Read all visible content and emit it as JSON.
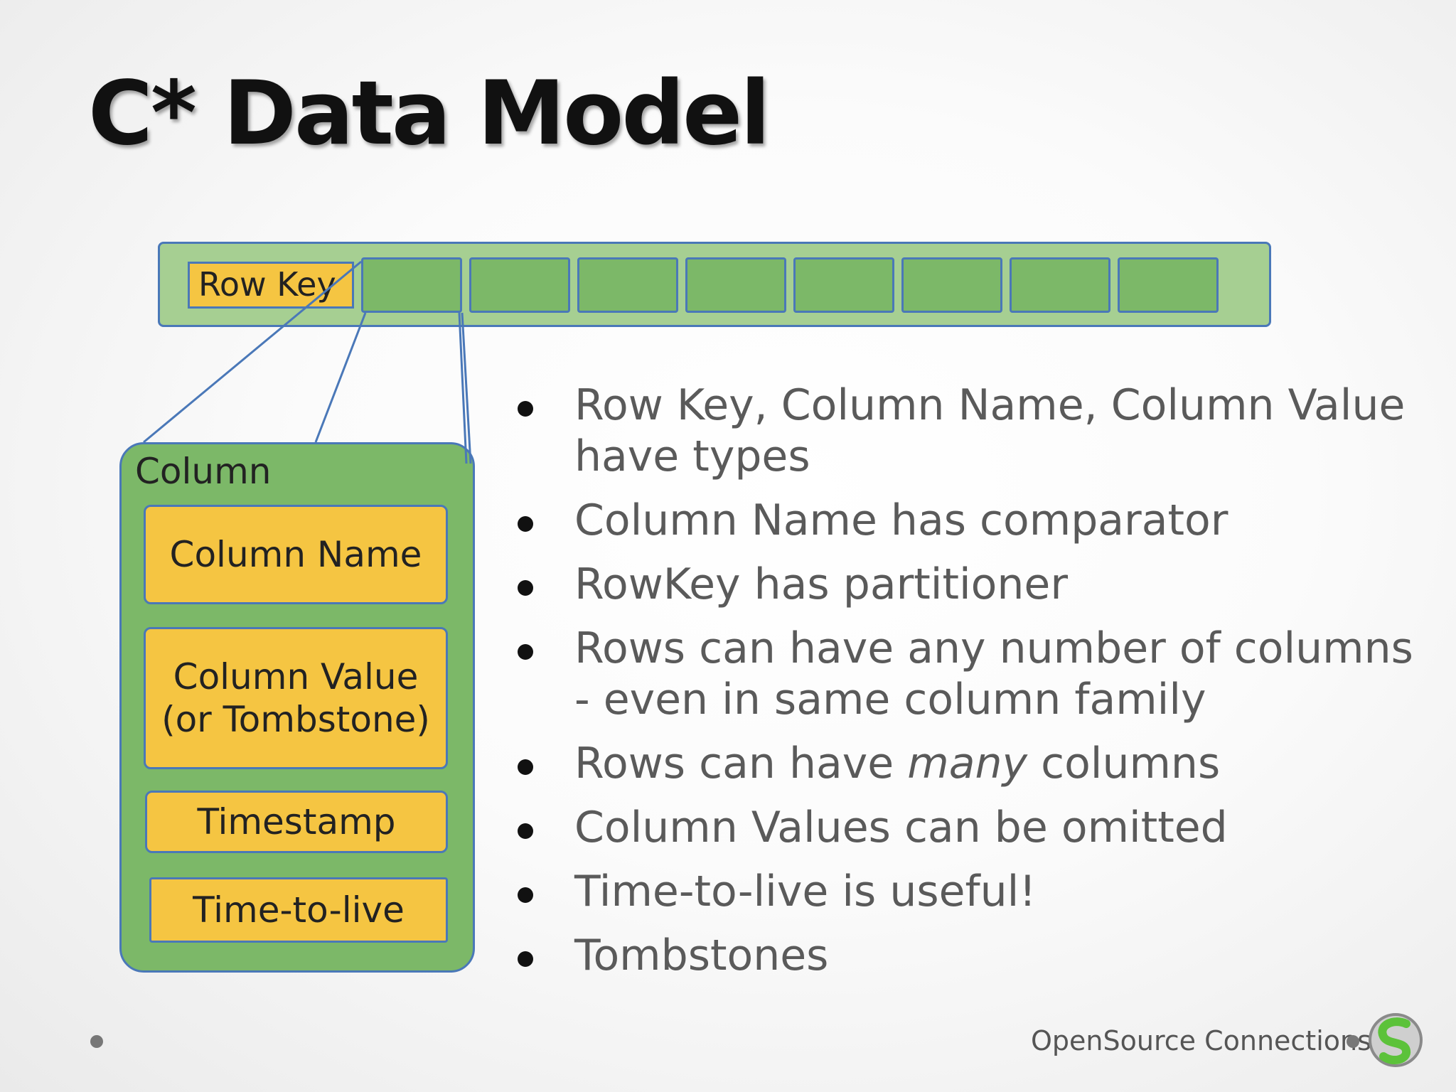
{
  "slide": {
    "title": "C* Data Model"
  },
  "diagram": {
    "row_key_label": "Row Key",
    "column_label": "Column",
    "fields": {
      "column_name": "Column Name",
      "column_value_line1": "Column Value",
      "column_value_line2": "(or Tombstone)",
      "timestamp": "Timestamp",
      "ttl": "Time-to-live"
    },
    "colors": {
      "row_bar": "#a6cf92",
      "cell": "#7cb868",
      "field": "#f5c542",
      "border": "#4a78b8"
    }
  },
  "bullets": {
    "b1": "Row Key, Column Name, Column Value have types",
    "b2": "Column Name has comparator",
    "b3": "RowKey has partitioner",
    "b4": "Rows can have any number of columns - even in same column family",
    "b5_pre": "Rows can have ",
    "b5_em": "many",
    "b5_post": " columns",
    "b6": "Column Values can be omitted",
    "b7": "Time-to-live is useful!",
    "b8": "Tombstones"
  },
  "footer": {
    "brand": "OpenSource Connections",
    "logo_icon": "opensource-connections-logo-icon"
  }
}
